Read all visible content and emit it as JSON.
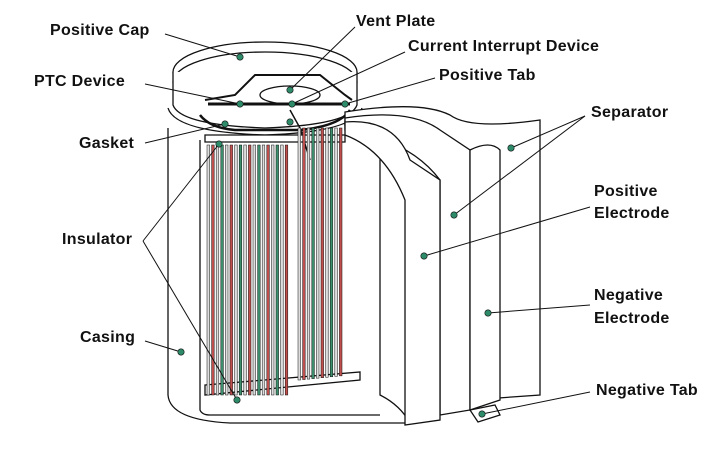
{
  "labels": {
    "positive_cap": "Positive Cap",
    "vent_plate": "Vent Plate",
    "current_interrupt_device": "Current Interrupt Device",
    "ptc_device": "PTC Device",
    "positive_tab": "Positive Tab",
    "separator": "Separator",
    "gasket": "Gasket",
    "positive_electrode_line1": "Positive",
    "positive_electrode_line2": "Electrode",
    "insulator": "Insulator",
    "negative_electrode_line1": "Negative",
    "negative_electrode_line2": "Electrode",
    "casing": "Casing",
    "negative_tab": "Negative Tab"
  },
  "colors": {
    "outline": "#111111",
    "marker_dot": "#2e8b6a",
    "positive_layer": "#c0504d",
    "negative_layer": "#3d8f6e",
    "separator_layer": "#dddddd",
    "background": "#ffffff"
  }
}
